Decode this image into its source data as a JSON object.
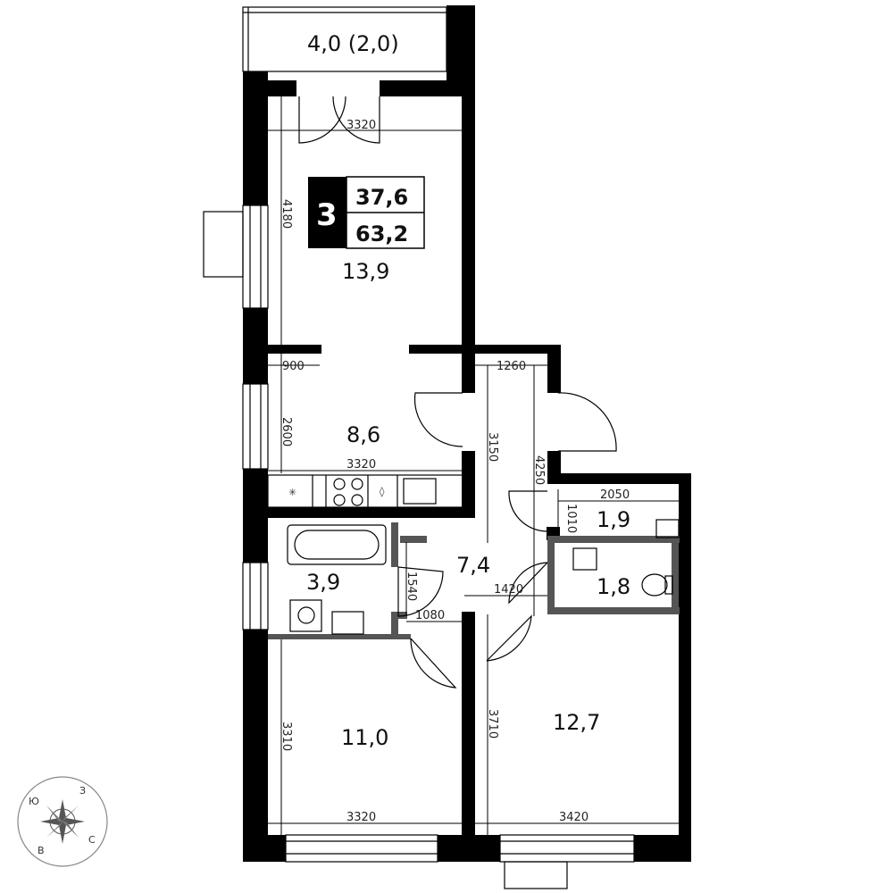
{
  "badge": {
    "rooms": "3",
    "living_area": "37,6",
    "total_area": "63,2"
  },
  "rooms": {
    "balcony": "4,0 (2,0)",
    "living": "13,9",
    "kitchen": "8,6",
    "bathroom": "3,9",
    "hall": "7,4",
    "closet": "1,9",
    "toilet": "1,8",
    "bedroom_left": "11,0",
    "bedroom_right": "12,7"
  },
  "dimensions": {
    "living_width": "3320",
    "living_height": "4180",
    "kitchen_door_offset": "900",
    "kitchen_height": "2600",
    "kitchen_width": "3320",
    "hall_width": "1260",
    "hall_length": "3150",
    "corridor_length": "4250",
    "closet_width": "2050",
    "closet_height": "1010",
    "bath_height": "1540",
    "hall_lower_width": "1420",
    "bath_door_width": "1080",
    "bedroom_left_height": "3310",
    "bedroom_left_width": "3320",
    "bedroom_right_height": "3710",
    "bedroom_right_width": "3420"
  },
  "compass": {
    "north": "Ю",
    "east": "З",
    "south": "С",
    "west": "В"
  }
}
